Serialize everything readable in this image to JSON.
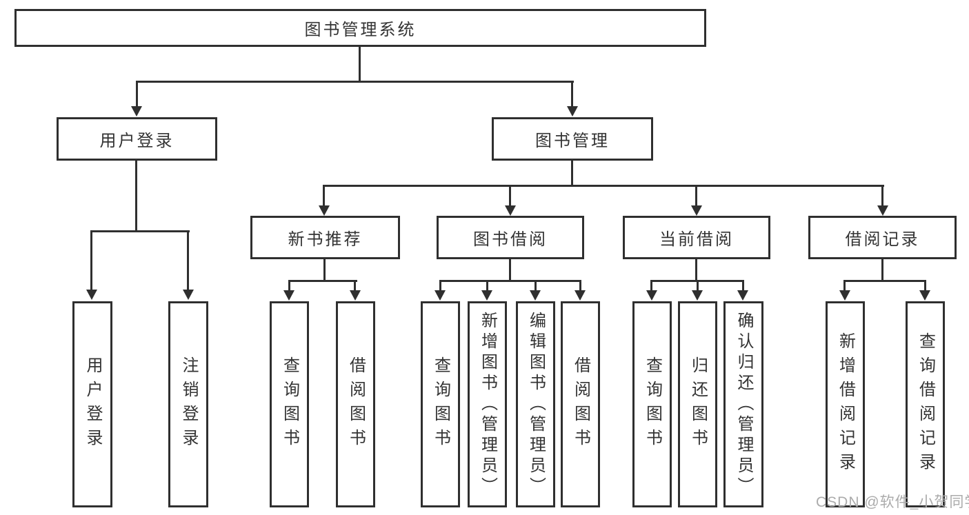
{
  "diagram": {
    "root": {
      "label": "图书管理系统"
    },
    "level2": [
      {
        "label": "用户登录"
      },
      {
        "label": "图书管理"
      }
    ],
    "level3": [
      {
        "label": "新书推荐"
      },
      {
        "label": "图书借阅"
      },
      {
        "label": "当前借阅"
      },
      {
        "label": "借阅记录"
      }
    ],
    "leaves": {
      "login": [
        {
          "label": "用户登录"
        },
        {
          "label": "注销登录"
        }
      ],
      "recommend": [
        {
          "label": "查询图书"
        },
        {
          "label": "借阅图书"
        }
      ],
      "borrow": [
        {
          "label": "查询图书"
        },
        {
          "label": "新增图书（管理员）"
        },
        {
          "label": "编辑图书（管理员）"
        },
        {
          "label": "借阅图书"
        }
      ],
      "current": [
        {
          "label": "查询图书"
        },
        {
          "label": "归还图书"
        },
        {
          "label": "确认归还（管理员）"
        }
      ],
      "records": [
        {
          "label": "新增借阅记录"
        },
        {
          "label": "查询借阅记录"
        }
      ]
    }
  },
  "watermark": {
    "text": "CSDN @软件_小贺同学",
    "color": "#ababab"
  },
  "colors": {
    "line": "#2f2f2f",
    "text": "#333333",
    "background": "#ffffff"
  }
}
